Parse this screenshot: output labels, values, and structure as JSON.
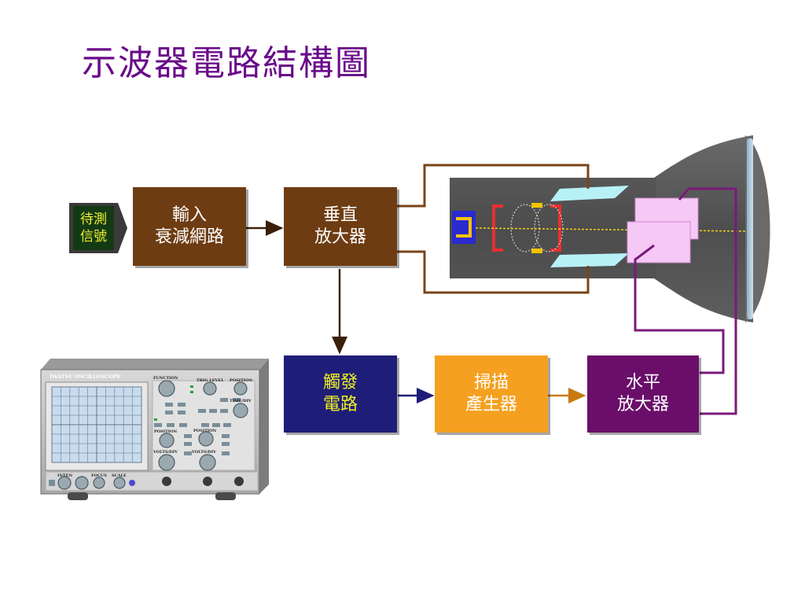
{
  "title": "示波器電路結構圖",
  "input_signal": {
    "line1": "待測",
    "line2": "信號"
  },
  "blocks": {
    "attenuator": {
      "line1": "輸入",
      "line2": "衰減網路"
    },
    "vertical_amp": {
      "line1": "垂直",
      "line2": "放大器"
    },
    "trigger": {
      "line1": "觸發",
      "line2": "電路"
    },
    "sweep": {
      "line1": "掃描",
      "line2": "產生器"
    },
    "horizontal_amp": {
      "line1": "水平",
      "line2": "放大器"
    }
  },
  "scope_panel": {
    "brand": "IWATSU OSCILLOSCOPE",
    "function": "FUNCTION",
    "trig_level": "TRIG LEVEL",
    "position_top": "POSITION",
    "time_div": "TIME/DIV",
    "position_left": "POSITION",
    "position_mid": "POSITION",
    "volts_div_left": "VOLTS/DIV",
    "volts_div_mid": "VOLTS/DIV",
    "inten": "INTEN",
    "focus": "FOCUS",
    "scale": "SCALE"
  },
  "colors": {
    "title": "#6a0a8a",
    "brown": "#6e3c12",
    "navy": "#1e1e78",
    "orange": "#f5a020",
    "purple": "#6a0e6a",
    "crt": "#5a5a5a"
  }
}
